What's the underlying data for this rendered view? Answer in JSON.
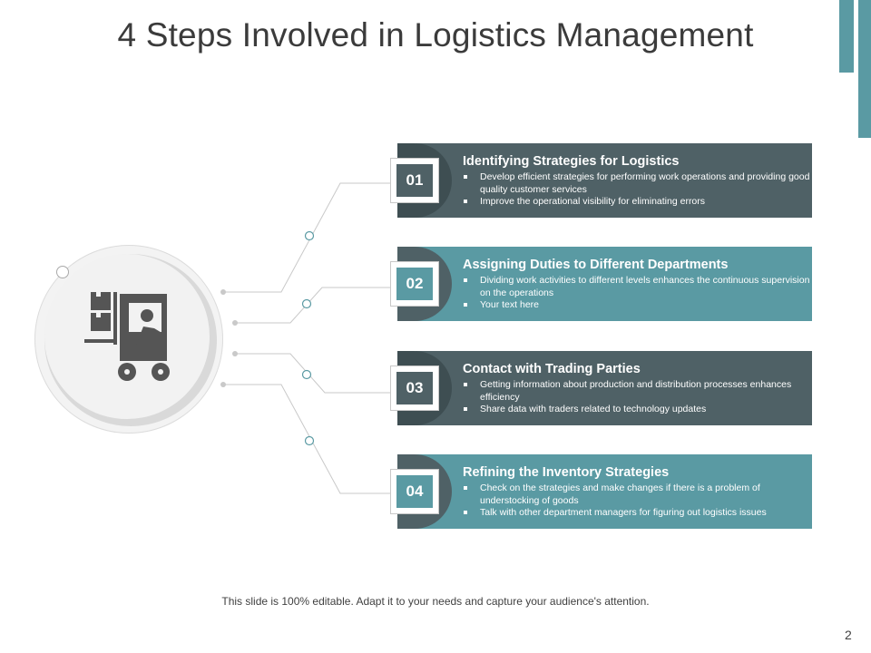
{
  "slide": {
    "title": "4 Steps Involved in Logistics Management",
    "footer": "This slide is 100% editable. Adapt it to your needs and capture your audience's attention.",
    "page_number": "2"
  },
  "center_icon": "forklift-icon",
  "colors": {
    "dark": "#4f6166",
    "teal": "#5a9aa3",
    "accent": "#5a9aa3"
  },
  "steps": [
    {
      "number": "01",
      "title": "Identifying Strategies for Logistics",
      "bullets": [
        "Develop efficient strategies for performing work operations and providing good quality customer services",
        "Improve the operational visibility for eliminating errors"
      ]
    },
    {
      "number": "02",
      "title": "Assigning Duties to Different Departments",
      "bullets": [
        "Dividing work activities to different levels enhances the continuous supervision on the operations",
        "Your text here"
      ]
    },
    {
      "number": "03",
      "title": "Contact with Trading Parties",
      "bullets": [
        "Getting information about production and distribution processes enhances efficiency",
        "Share data with traders related to technology updates"
      ]
    },
    {
      "number": "04",
      "title": "Refining the Inventory Strategies",
      "bullets": [
        "Check on the strategies and make changes if there is a problem of understocking of goods",
        "Talk with other department managers for figuring out logistics issues"
      ]
    }
  ]
}
